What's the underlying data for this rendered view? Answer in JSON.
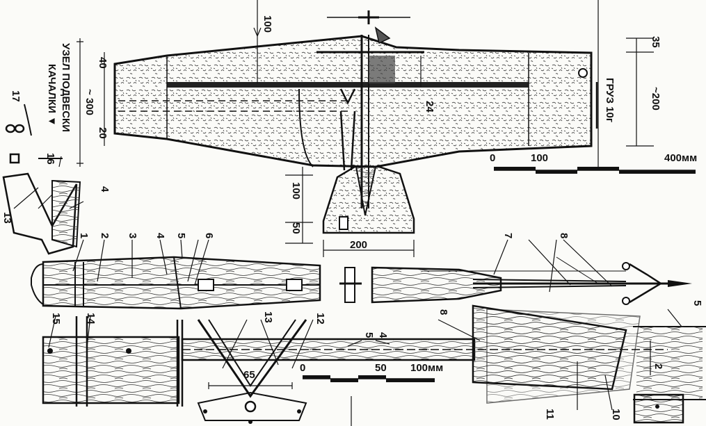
{
  "top_view": {
    "dim_100_top": "100",
    "dim_40": "40",
    "dim_300": "~ 300",
    "dim_20": "20",
    "dim_35": "35",
    "dim_200_right": "~200",
    "dim_24": "24",
    "dim_100_stab": "100",
    "dim_50": "50",
    "dim_200_stab": "200",
    "pivot_title_line1": "УЗЕЛ ПОДВЕСКИ",
    "pivot_title_line2": "КАЧАЛКИ ▼",
    "weight_label": "ГРУЗ 10г"
  },
  "scale_large": {
    "tick_0": "0",
    "tick_100": "100",
    "tick_400": "400мм"
  },
  "scale_small": {
    "tick_0": "0",
    "tick_50": "50",
    "tick_100": "100мм"
  },
  "detail_dims": {
    "dim_65": "65",
    "dim_2": "2"
  },
  "callouts": {
    "c1": "1",
    "c2": "2",
    "c3": "3",
    "c4a": "4",
    "c4b": "4",
    "c4c": "4",
    "c5a": "5",
    "c5b": "5",
    "c5c": "5",
    "c6": "6",
    "c7": "7",
    "c8a": "8",
    "c8b": "8",
    "c10": "10",
    "c11": "11",
    "c12": "12",
    "c13a": "13",
    "c13b": "13",
    "c14": "14",
    "c15": "15",
    "c16": "16",
    "c17": "17"
  }
}
